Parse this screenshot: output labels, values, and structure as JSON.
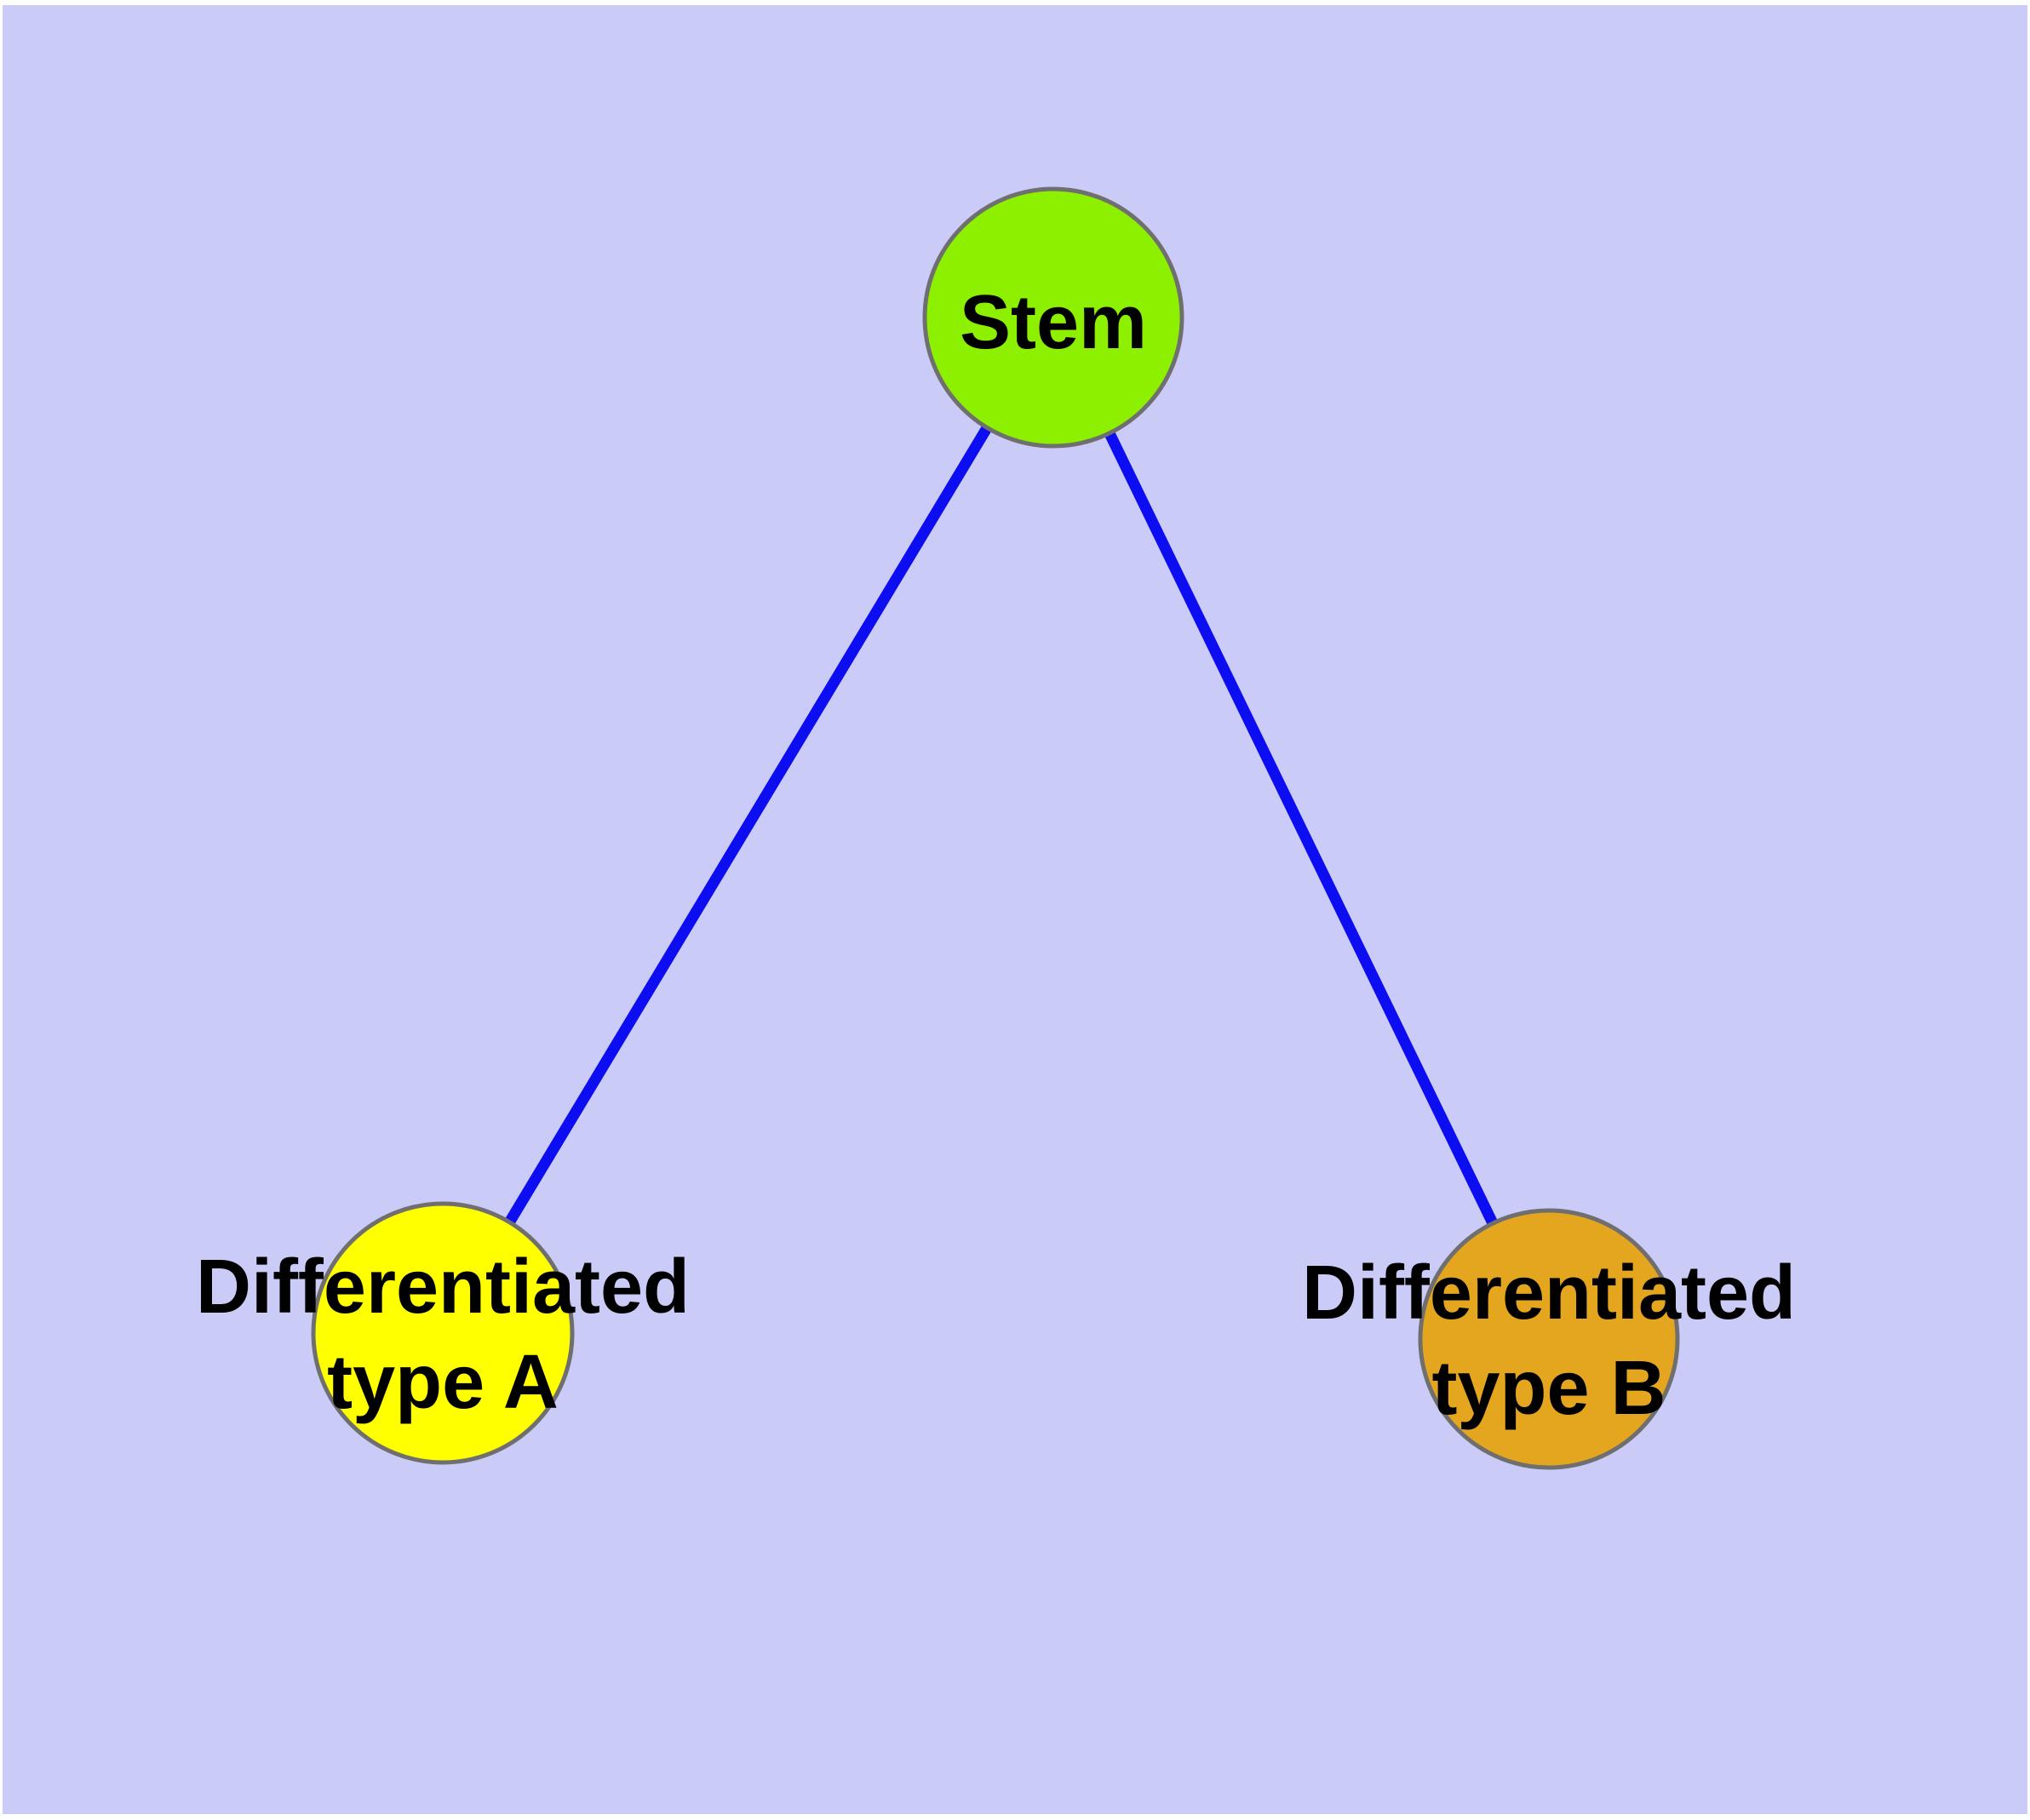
{
  "graph": {
    "page_color": "#FFFFFF",
    "background_color": "#CBCBF8",
    "edge_color": "#0D0DF2",
    "node_border_color": "#6F6F6F",
    "label_color": "#000000",
    "nodes": {
      "stem": {
        "label": "Stem",
        "color": "#8DF000"
      },
      "type_a": {
        "label_line1": "Differentiated",
        "label_line2": "type A",
        "color": "#FFFF00"
      },
      "type_b": {
        "label_line1": "Differentiated",
        "label_line2": "type B",
        "color": "#E4A51F"
      }
    },
    "edges": [
      {
        "from": "Stem",
        "to": "Differentiated type A"
      },
      {
        "from": "Stem",
        "to": "Differentiated type B"
      }
    ]
  }
}
